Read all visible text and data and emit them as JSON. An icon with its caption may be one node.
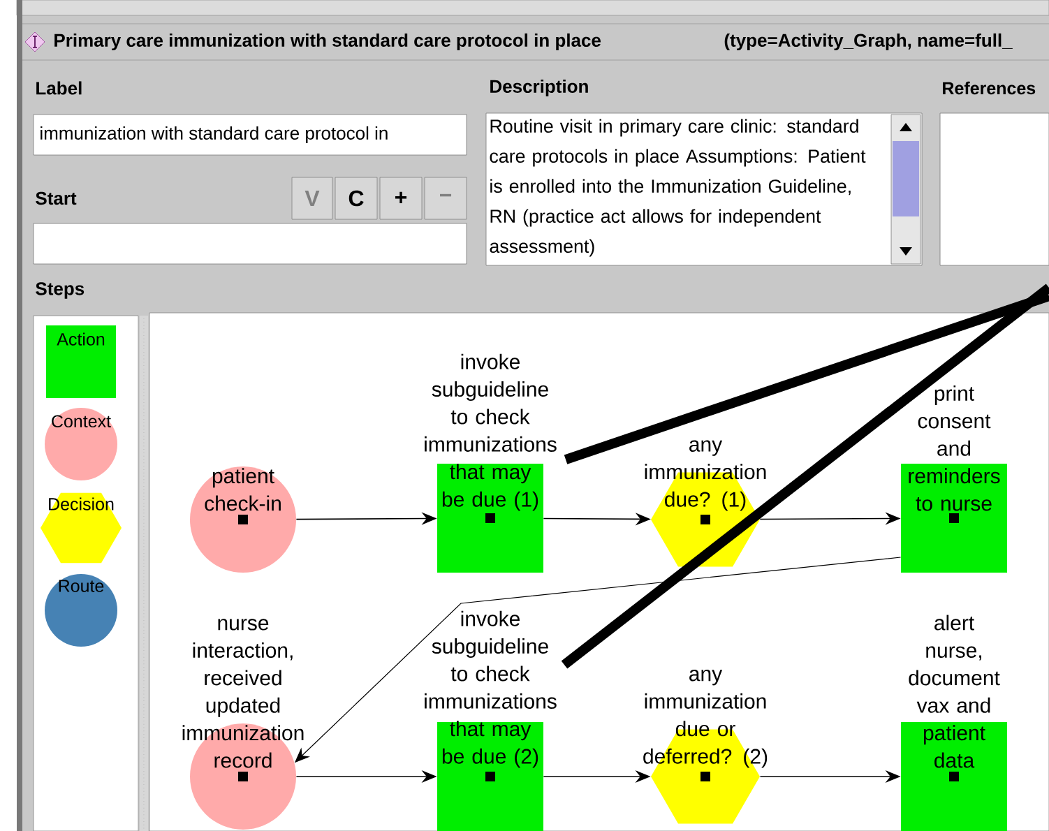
{
  "diagram": {
    "title": "Primary care immunization with standard care protocol in place",
    "nodes": [
      {
        "text": [
          "Action"
        ]
      },
      {
        "text": [
          "Context"
        ]
      },
      {
        "text": [
          "Decision"
        ]
      },
      {
        "text": [
          "Route"
        ]
      },
      {
        "text": [
          "patient check-in"
        ]
      },
      {
        "text": [
          "invoke subguideline to check immunizations that may be due (1)"
        ]
      },
      {
        "text": [
          "any immunization due? (1)"
        ]
      },
      {
        "text": [
          "print consent and reminders to nurse"
        ]
      },
      {
        "text": [
          "nurse interaction, received updated immunization record"
        ]
      },
      {
        "text": [
          "invoke subguideline to check immunizations that may be due (2)"
        ]
      },
      {
        "text": [
          "any immunization due or deferred? (2)"
        ]
      },
      {
        "text": [
          "alert nurse, document vax and patient data"
        ]
      }
    ],
    "edges": [
      {
        "from": 4,
        "to": 5,
        "arrow": "to"
      },
      {
        "from": 5,
        "to": 6,
        "arrow": "to"
      },
      {
        "from": 6,
        "to": 7,
        "arrow": "to"
      },
      {
        "from": 7,
        "to": 8,
        "arrow": "to"
      },
      {
        "from": 8,
        "to": 9,
        "arrow": "to"
      },
      {
        "from": 9,
        "to": 10,
        "arrow": "to"
      },
      {
        "from": 10,
        "to": 11,
        "arrow": "to"
      },
      {
        "from": null,
        "to": 5,
        "arrow": "none",
        "style": "thick"
      },
      {
        "from": null,
        "to": 9,
        "arrow": "none",
        "style": "thick"
      }
    ],
    "labels": [
      "(type=Activity_Graph, name=full_",
      "Label",
      "Description",
      "References",
      "immunization with standard care protocol in",
      "Start",
      "V",
      "C",
      "+",
      "−",
      "Routine visit in primary care clinic: standard care protocols in place Assumptions: Patient is enrolled into the Immunization Guideline, RN (practice act allows for independent assessment)",
      "Steps"
    ]
  }
}
